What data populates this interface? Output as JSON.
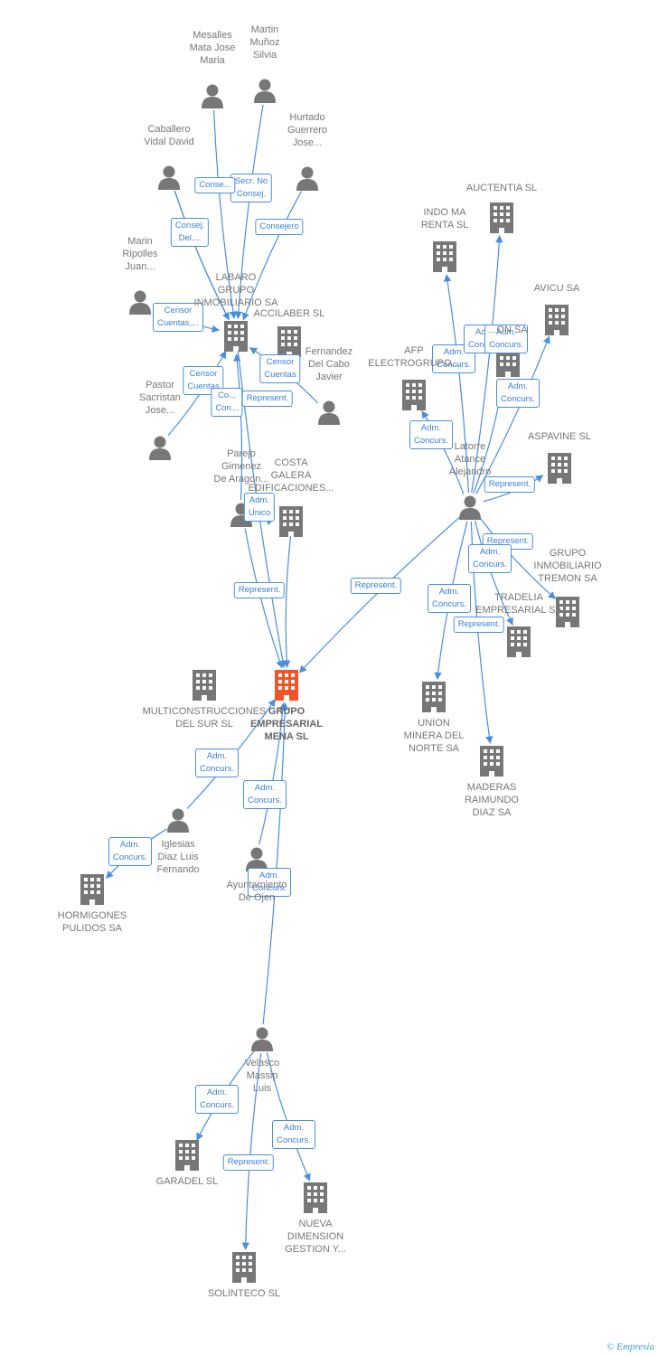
{
  "colors": {
    "edge": "#4a8fdc",
    "icon": "#777777",
    "focus": "#f0552a"
  },
  "nodes": [
    {
      "id": "mesalles",
      "type": "person",
      "label": "Mesalles\nMata Jose\nMaria"
    },
    {
      "id": "martin",
      "type": "person",
      "label": "Martin\nMuñoz\nSilvia"
    },
    {
      "id": "caballero",
      "type": "person",
      "label": "Caballero\nVidal David"
    },
    {
      "id": "hurtado",
      "type": "person",
      "label": "Hurtado\nGuerrero\nJose..."
    },
    {
      "id": "marin",
      "type": "person",
      "label": "Marin\nRipolles\nJuan..."
    },
    {
      "id": "labaro",
      "type": "company",
      "label": "LABARO\nGRUPO\nINMOBILIARIO SA"
    },
    {
      "id": "accilaber",
      "type": "company",
      "label": "ACCILABER SL"
    },
    {
      "id": "fernandez",
      "type": "person",
      "label": "Fernandez\nDel Cabo\nJavier"
    },
    {
      "id": "pastor",
      "type": "person",
      "label": "Pastor\nSacristan\nJose..."
    },
    {
      "id": "parejo",
      "type": "person",
      "label": "Parejo\nGimenez\nDe Aragon..."
    },
    {
      "id": "costa",
      "type": "company",
      "label": "COSTA\nGALERA\nEDIFICACIONES..."
    },
    {
      "id": "auctentia",
      "type": "company",
      "label": "AUCTENTIA SL"
    },
    {
      "id": "indoma",
      "type": "company",
      "label": "INDO MA\nRENTA SL"
    },
    {
      "id": "avicu",
      "type": "company",
      "label": "AVICU SA"
    },
    {
      "id": "afp",
      "type": "company",
      "label": "AFP\nELECTROGRUPO..."
    },
    {
      "id": "hidden",
      "type": "company",
      "label": "...ON SA"
    },
    {
      "id": "latorre",
      "type": "person",
      "label": "Latorre\nAtance\nAlejandro"
    },
    {
      "id": "aspavine",
      "type": "company",
      "label": "ASPAVINE SL"
    },
    {
      "id": "tremon",
      "type": "company",
      "label": "GRUPO\nINMOBILIARIO\nTREMON SA"
    },
    {
      "id": "tradelia",
      "type": "company",
      "label": "TRADELIA\nEMPRESARIAL SA"
    },
    {
      "id": "union",
      "type": "company",
      "label": "UNION\nMINERA DEL\nNORTE SA"
    },
    {
      "id": "maderas",
      "type": "company",
      "label": "MADERAS\nRAIMUNDO\nDIAZ SA"
    },
    {
      "id": "multi",
      "type": "company",
      "label": "MULTICONSTRUCCIONES\nDEL SUR SL"
    },
    {
      "id": "mena",
      "type": "focus",
      "label": "GRUPO\nEMPRESARIAL\nMENA SL"
    },
    {
      "id": "iglesias",
      "type": "person",
      "label": "Iglesias\nDiaz Luis\nFernando"
    },
    {
      "id": "hormigones",
      "type": "company",
      "label": "HORMIGONES\nPULIDOS SA"
    },
    {
      "id": "ayunt",
      "type": "person",
      "label": "Ayuntamiento\nDe Ojen"
    },
    {
      "id": "velasco",
      "type": "person",
      "label": "Velasco\nMassip\nLuis"
    },
    {
      "id": "garadel",
      "type": "company",
      "label": "GARADEL SL"
    },
    {
      "id": "nueva",
      "type": "company",
      "label": "NUEVA\nDIMENSION\nGESTION Y..."
    },
    {
      "id": "solinteco",
      "type": "company",
      "label": "SOLINTECO SL"
    }
  ],
  "edges": [
    {
      "from": "mesalles",
      "to": "labaro",
      "label": ""
    },
    {
      "from": "martin",
      "to": "labaro",
      "label": "Secr. No\nConsej."
    },
    {
      "from": "caballero",
      "to": "labaro",
      "label": "Consej.\nDel...."
    },
    {
      "from": "caballero",
      "to": "labaro",
      "label": "Conse..."
    },
    {
      "from": "hurtado",
      "to": "labaro",
      "label": "Consejero"
    },
    {
      "from": "marin",
      "to": "labaro",
      "label": "Censor\nCuentas,..."
    },
    {
      "from": "pastor",
      "to": "labaro",
      "label": "Censor\nCuentas"
    },
    {
      "from": "fernandez",
      "to": "labaro",
      "label": "Censor\nCuentas"
    },
    {
      "from": "parejo",
      "to": "labaro",
      "label": "Represent."
    },
    {
      "from": "parejo",
      "to": "costa",
      "label": "Co...\nCon..."
    },
    {
      "from": "parejo",
      "to": "mena",
      "label": "Adm.\nUnico"
    },
    {
      "from": "labaro",
      "to": "mena",
      "label": "Represent."
    },
    {
      "from": "costa",
      "to": "mena",
      "label": ""
    },
    {
      "from": "latorre",
      "to": "indoma",
      "label": "Adm.\nConcurs."
    },
    {
      "from": "latorre",
      "to": "auctentia",
      "label": "Adm.\nConcurs."
    },
    {
      "from": "latorre",
      "to": "afp",
      "label": "Adm.\nConcurs."
    },
    {
      "from": "latorre",
      "to": "avicu",
      "label": "Adm.\nConcurs."
    },
    {
      "from": "latorre",
      "to": "hidden",
      "label": "Adm.\nConcurs."
    },
    {
      "from": "latorre",
      "to": "aspavine",
      "label": "Represent."
    },
    {
      "from": "latorre",
      "to": "tremon",
      "label": "Represent."
    },
    {
      "from": "latorre",
      "to": "tradelia",
      "label": "Adm.\nConcurs."
    },
    {
      "from": "latorre",
      "to": "union",
      "label": "Adm.\nConcurs."
    },
    {
      "from": "latorre",
      "to": "maderas",
      "label": "Represent."
    },
    {
      "from": "latorre",
      "to": "mena",
      "label": "Represent."
    },
    {
      "from": "iglesias",
      "to": "mena",
      "label": "Adm.\nConcurs."
    },
    {
      "from": "iglesias",
      "to": "hormigones",
      "label": "Adm.\nConcurs."
    },
    {
      "from": "ayunt",
      "to": "mena",
      "label": "Adm.\nConcurs."
    },
    {
      "from": "velasco",
      "to": "mena",
      "label": "Adm.\nConcurs."
    },
    {
      "from": "velasco",
      "to": "garadel",
      "label": "Adm.\nConcurs."
    },
    {
      "from": "velasco",
      "to": "nueva",
      "label": "Adm.\nConcurs."
    },
    {
      "from": "velasco",
      "to": "solinteco",
      "label": "Represent."
    }
  ],
  "footer": {
    "copyright": "©",
    "brand": "Empresia"
  }
}
